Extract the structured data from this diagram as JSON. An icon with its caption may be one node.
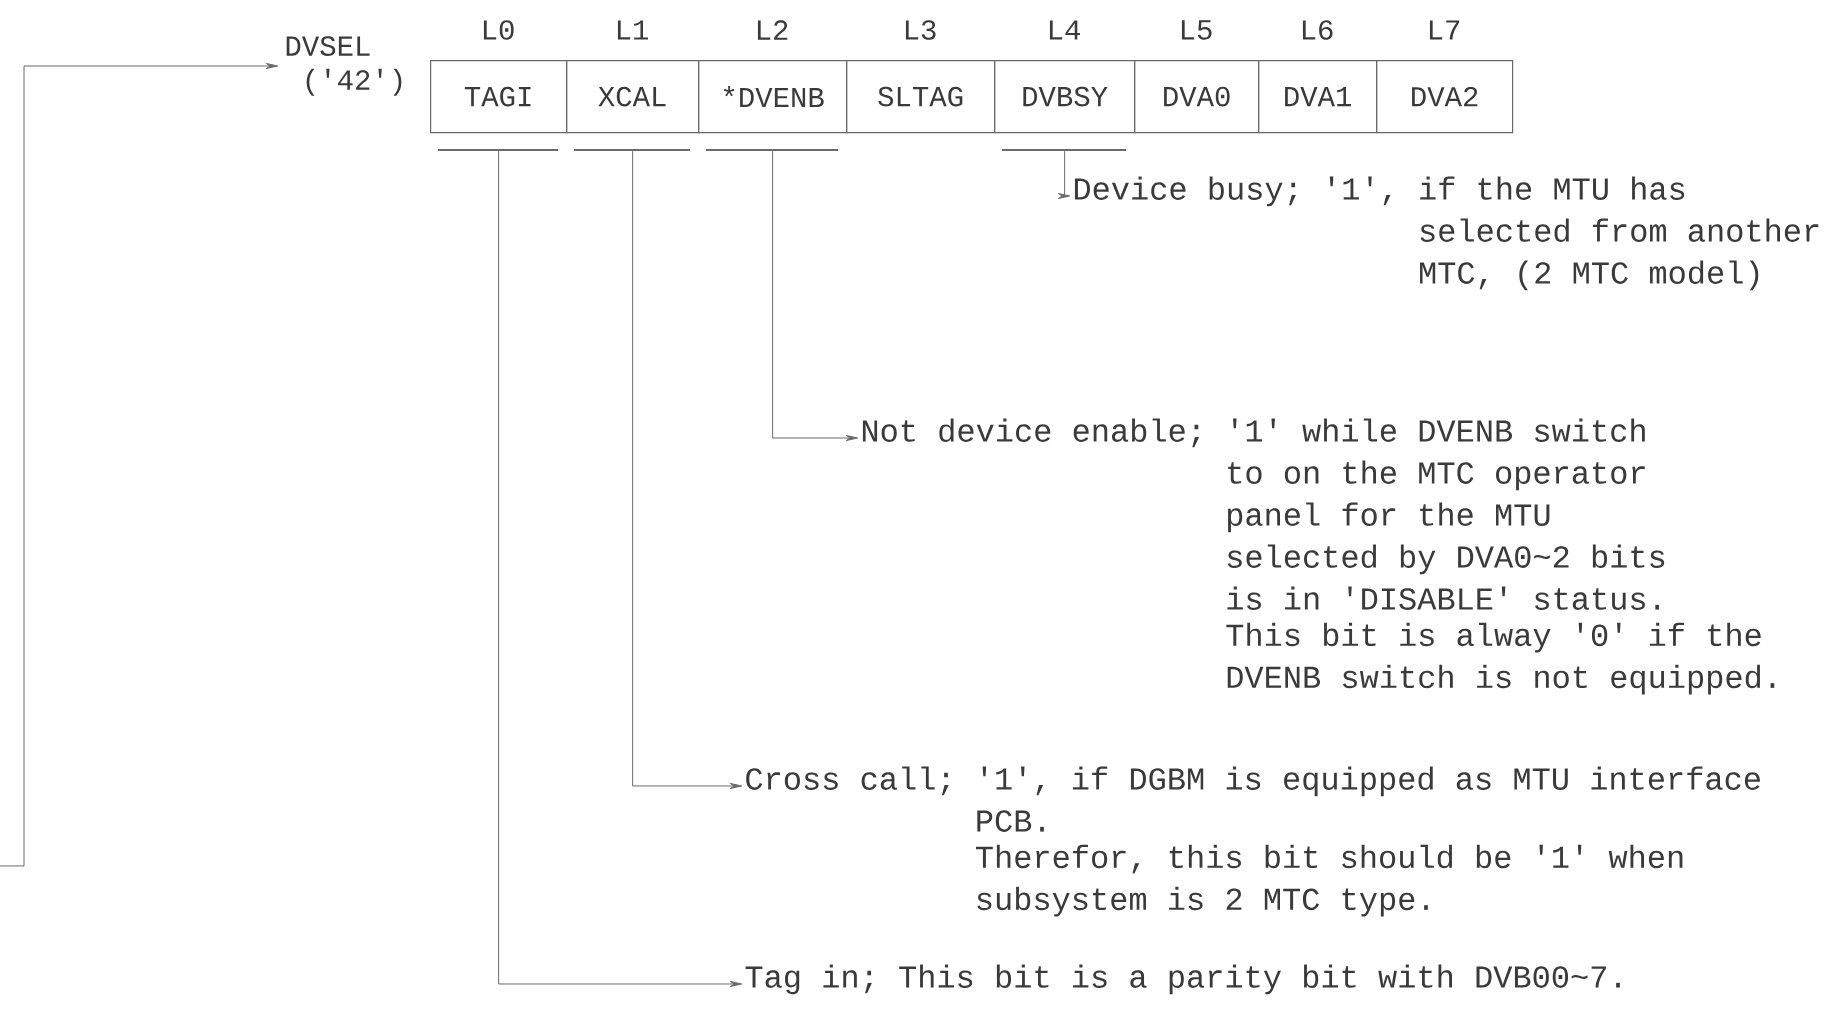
{
  "diagram": {
    "nodes": [
      {
        "text": [
          "DVSEL ('42')"
        ]
      },
      {
        "text": [
          "TAGI"
        ],
        "beside": [
          "L0"
        ]
      },
      {
        "text": [
          "XCAL"
        ],
        "beside": [
          "L1"
        ]
      },
      {
        "text": [
          "*DVENB"
        ],
        "beside": [
          "L2"
        ]
      },
      {
        "text": [
          "SLTAG"
        ],
        "beside": [
          "L3"
        ]
      },
      {
        "text": [
          "DVBSY"
        ],
        "beside": [
          "L4"
        ]
      },
      {
        "text": [
          "DVA0"
        ],
        "beside": [
          "L5"
        ]
      },
      {
        "text": [
          "DVA1"
        ],
        "beside": [
          "L6"
        ]
      },
      {
        "text": [
          "DVA2"
        ],
        "beside": [
          "L7"
        ]
      },
      {
        "text": [
          "Device busy; '1', if the MTU has selected from another MTC, (2 MTC model)"
        ]
      },
      {
        "text": [
          "Not device enable; '1' while DVENB switch to on the MTC operator panel for the MTU selected by DVA0~2 bits is in 'DISABLE' status.",
          "This bit is alway '0' if the DVENB switch is not equipped."
        ]
      },
      {
        "text": [
          "Cross call; '1', if DGBM is equipped as MTU interface PCB.",
          "Therefor, this bit should be '1' when subsystem is 2 MTC type."
        ]
      },
      {
        "text": [
          "Tag in; This bit is a parity bit with DVB00~7."
        ]
      }
    ],
    "edges": [
      {
        "from": null,
        "to": 0,
        "arrow": "to"
      },
      {
        "from": 5,
        "to": 9,
        "arrow": "to"
      },
      {
        "from": 3,
        "to": 10,
        "arrow": "to"
      },
      {
        "from": 2,
        "to": 11,
        "arrow": "to"
      },
      {
        "from": 1,
        "to": 12,
        "arrow": "to"
      }
    ]
  }
}
